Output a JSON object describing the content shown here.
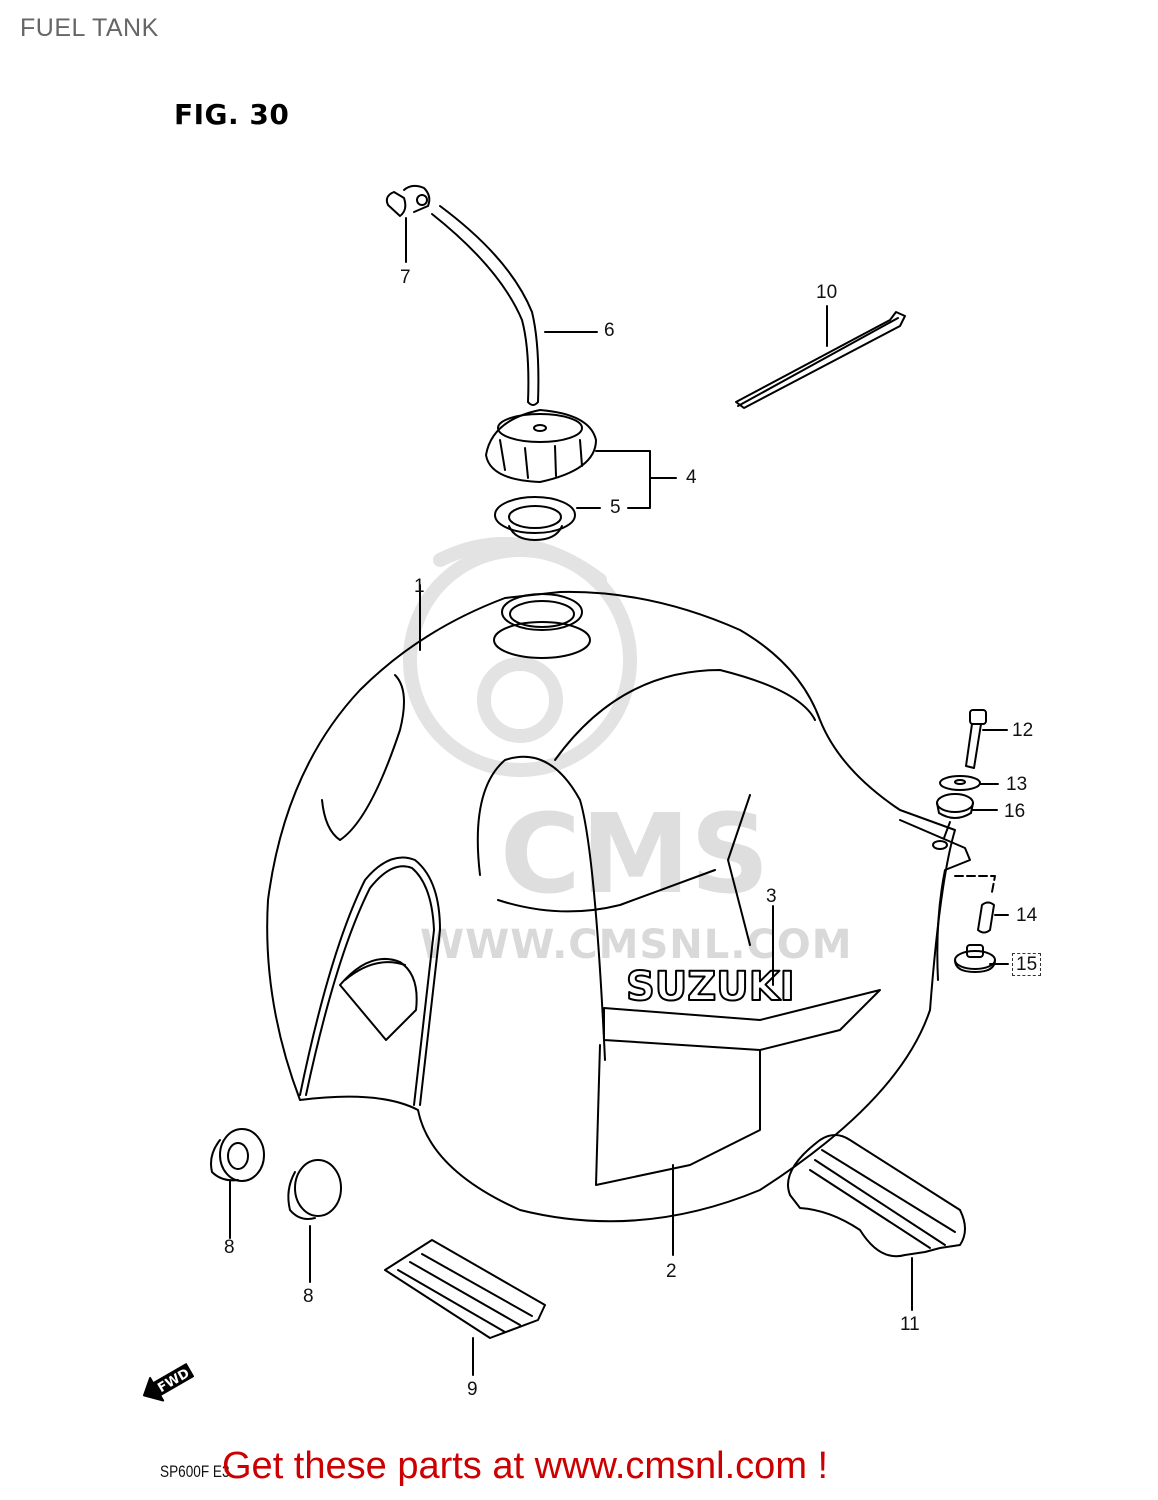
{
  "page": {
    "title": "FUEL TANK",
    "figure": "FIG. 30",
    "model_code": "SP600F  E3",
    "promo_link": "Get these parts at www.cmsnl.com !",
    "promo_color": "#cc0000"
  },
  "watermark": {
    "logo_text": "CMS",
    "url_text": "WWW.CMSNL.COM",
    "color": "#dcdcdc"
  },
  "diagram": {
    "direction_arrow": "FWD",
    "logo_decal": "SUZUKI",
    "parts": [
      {
        "ref": "1",
        "name": "fuel-tank"
      },
      {
        "ref": "2",
        "name": "side-emblem-decal"
      },
      {
        "ref": "3",
        "name": "suzuki-emblem"
      },
      {
        "ref": "4",
        "name": "fuel-cap-assembly"
      },
      {
        "ref": "5",
        "name": "fuel-cap-gasket"
      },
      {
        "ref": "6",
        "name": "breather-hose"
      },
      {
        "ref": "7",
        "name": "hose-clamp"
      },
      {
        "ref": "8",
        "name": "tank-cushion-a"
      },
      {
        "ref": "8",
        "name": "tank-cushion-b"
      },
      {
        "ref": "9",
        "name": "rear-cushion-pad"
      },
      {
        "ref": "10",
        "name": "cable-tie"
      },
      {
        "ref": "11",
        "name": "front-cushion"
      },
      {
        "ref": "12",
        "name": "mounting-bolt"
      },
      {
        "ref": "13",
        "name": "washer"
      },
      {
        "ref": "14",
        "name": "spacer"
      },
      {
        "ref": "15",
        "name": "cushion-mount"
      },
      {
        "ref": "16",
        "name": "rubber-cushion"
      }
    ]
  }
}
